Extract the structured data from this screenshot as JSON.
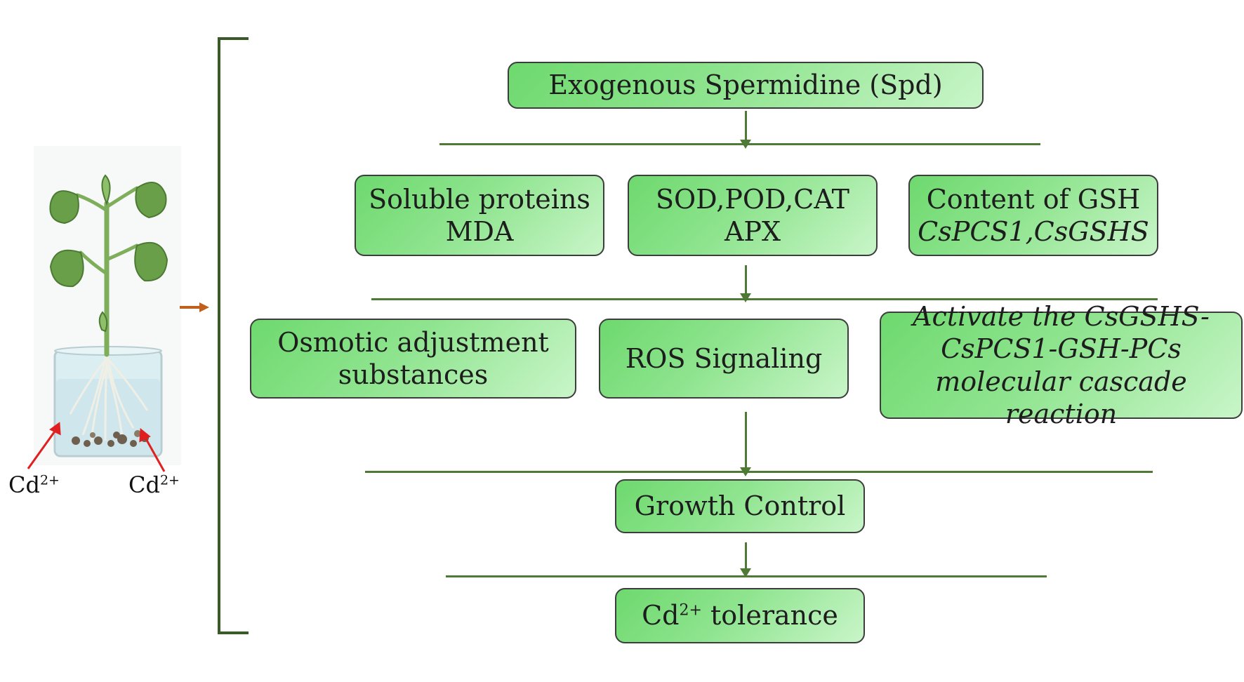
{
  "left": {
    "ion_label_left": "Cd",
    "ion_label_left_sup": "2+",
    "ion_label_right": "Cd",
    "ion_label_right_sup": "2+"
  },
  "flow": {
    "top": "Exogenous Spermidine (Spd)",
    "row1": [
      {
        "line1": "Soluble proteins",
        "line2": "MDA"
      },
      {
        "line1": "SOD,POD,CAT",
        "line2": "APX"
      },
      {
        "line1": "Content of GSH",
        "line2": "CsPCS1,CsGSHS"
      }
    ],
    "row2": [
      {
        "line1": "Osmotic adjustment",
        "line2": "substances"
      },
      {
        "line1": "ROS Signaling"
      },
      {
        "line1": "Activate the CsGSHS-",
        "line2": "CsPCS1-GSH-PCs",
        "line3": "molecular cascade reaction"
      }
    ],
    "growth": "Growth Control",
    "tolerance_prefix": "Cd",
    "tolerance_sup": "2+",
    "tolerance_suffix": " tolerance"
  },
  "colors": {
    "box_fill": "#6ed96e",
    "box_fill_light": "#c9f5c9",
    "connector": "#4f7a36",
    "bracket": "#3a5a2a",
    "pointer_arrow": "#c0601c",
    "ion_arrow": "#e02020"
  }
}
